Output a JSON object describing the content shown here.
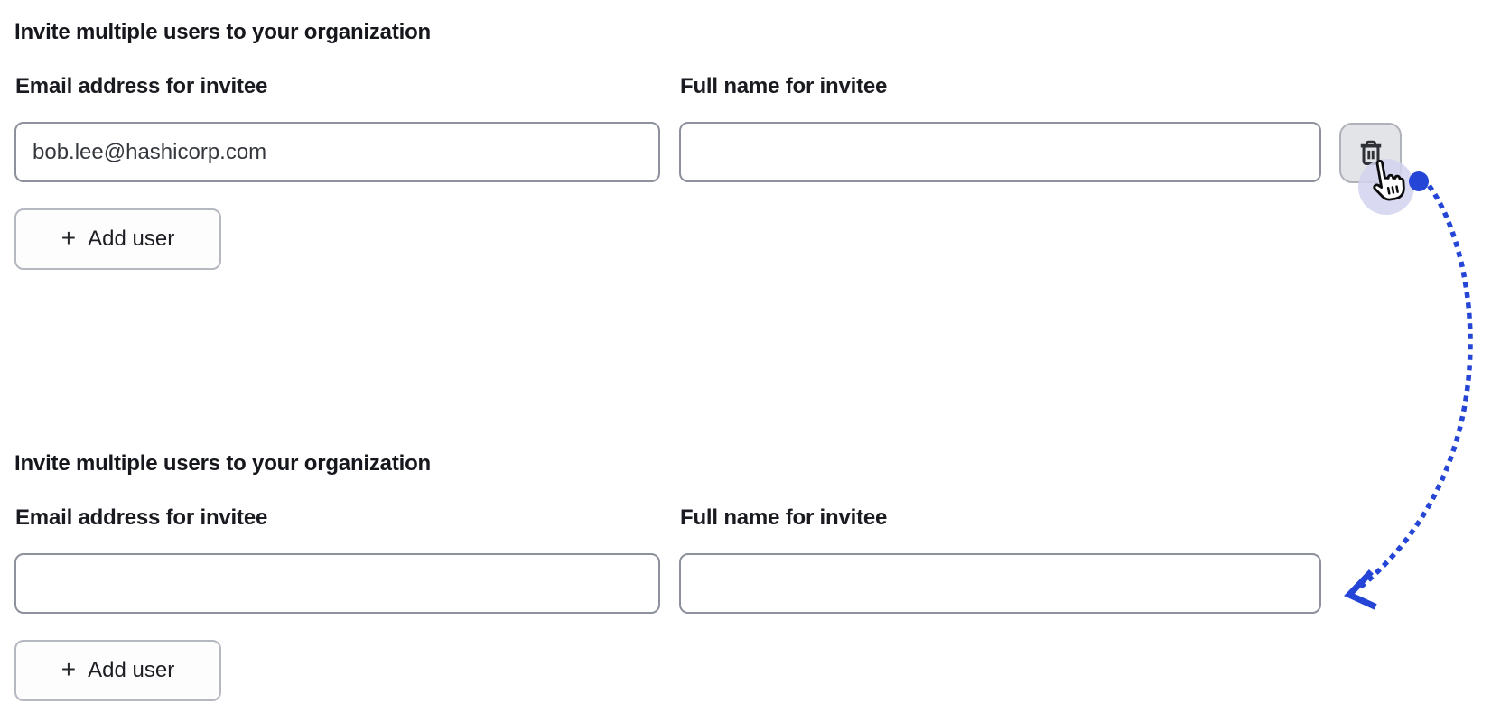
{
  "sections": [
    {
      "heading": "Invite multiple users to your organization",
      "fields": [
        {
          "label": "Email address for invitee",
          "value": "bob.lee@hashicorp.com"
        },
        {
          "label": "Full name for invitee",
          "value": ""
        }
      ],
      "add_user_button": {
        "plus": "+",
        "label": "Add user"
      },
      "delete_button": {
        "icon": "trash-icon"
      }
    },
    {
      "heading": "Invite multiple users to your organization",
      "fields": [
        {
          "label": "Email address for invitee",
          "value": ""
        },
        {
          "label": "Full name for invitee",
          "value": ""
        }
      ],
      "add_user_button": {
        "plus": "+",
        "label": "Add user"
      }
    }
  ],
  "annotations": {
    "cursor_icon": "pointer-hand-cursor",
    "arrow_icon": "curved-dotted-arrow",
    "colors": {
      "accent_blue": "#2445d6",
      "click_halo": "#d2d4ee"
    }
  }
}
